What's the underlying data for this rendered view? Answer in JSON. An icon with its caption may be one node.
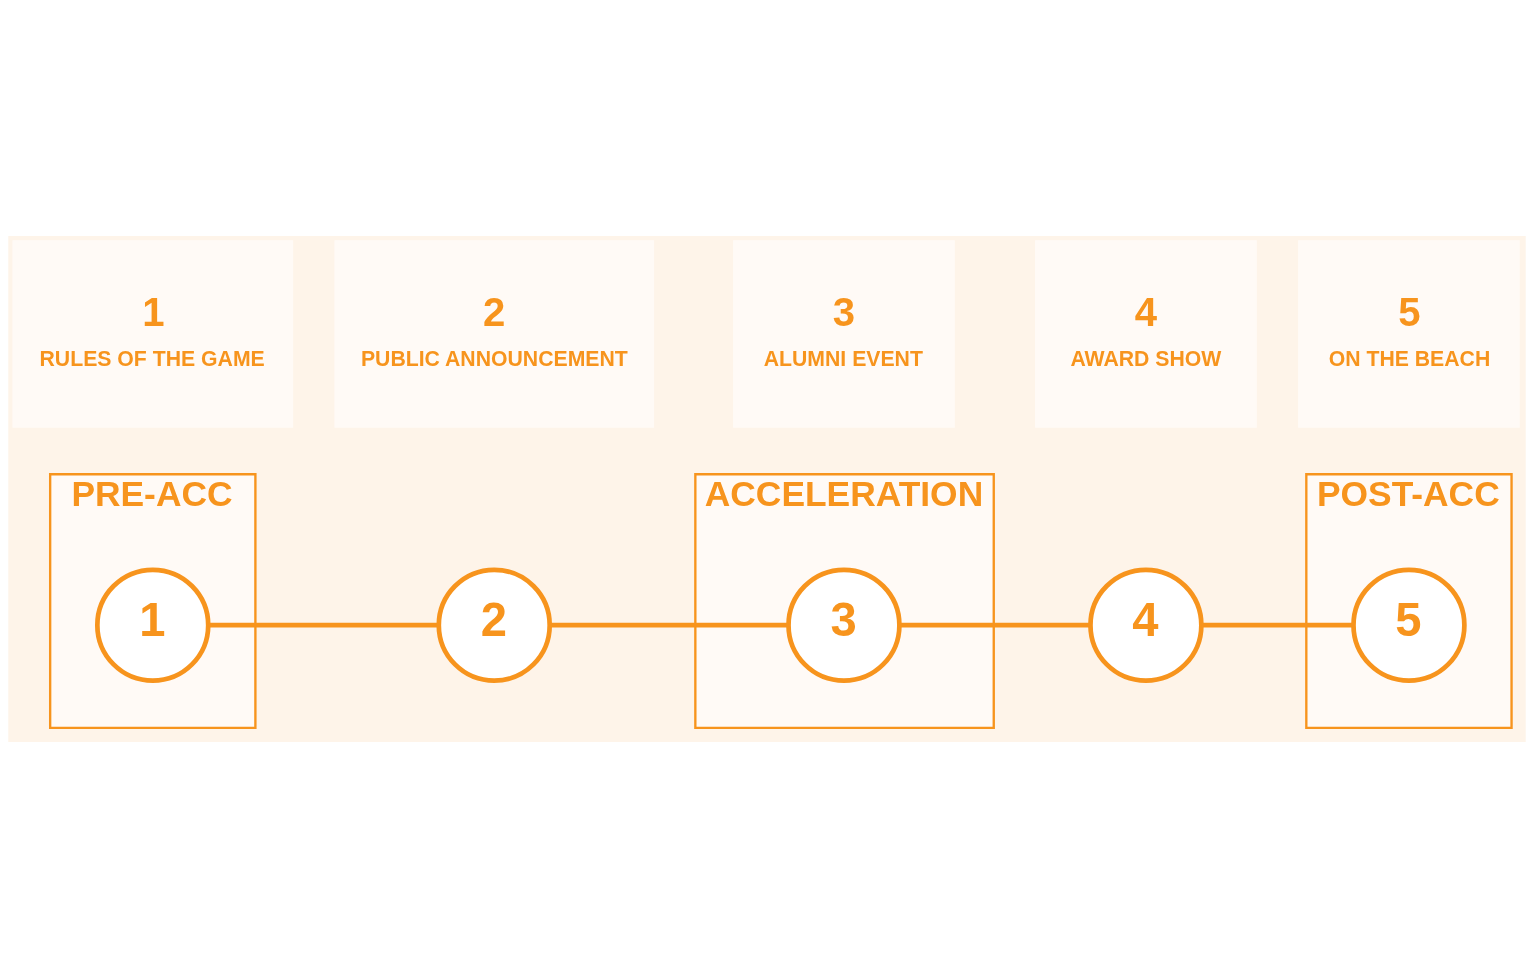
{
  "diagram": {
    "nodes": [
      {
        "text": [
          "PRE-ACC"
        ]
      },
      {
        "text": [
          "ACCELERATION"
        ]
      },
      {
        "text": [
          "POST-ACC"
        ]
      },
      {
        "text": [
          "1"
        ],
        "in": 0
      },
      {
        "text": [
          "2"
        ]
      },
      {
        "text": [
          "3"
        ],
        "in": 1
      },
      {
        "text": [
          "4"
        ]
      },
      {
        "text": [
          "5"
        ],
        "in": 2
      },
      {
        "text": [
          "1",
          "RULES OF THE GAME"
        ]
      },
      {
        "text": [
          "2",
          "PUBLIC ANNOUNCEMENT"
        ]
      },
      {
        "text": [
          "3",
          "ALUMNI EVENT"
        ]
      },
      {
        "text": [
          "4",
          "AWARD SHOW"
        ]
      },
      {
        "text": [
          "5",
          "ON THE BEACH"
        ]
      }
    ],
    "edges": [
      {
        "from": 3,
        "to": 4,
        "arrow": "none"
      },
      {
        "from": 4,
        "to": 5,
        "arrow": "none"
      },
      {
        "from": 5,
        "to": 6,
        "arrow": "none"
      },
      {
        "from": 6,
        "to": 7,
        "arrow": "none"
      }
    ]
  }
}
